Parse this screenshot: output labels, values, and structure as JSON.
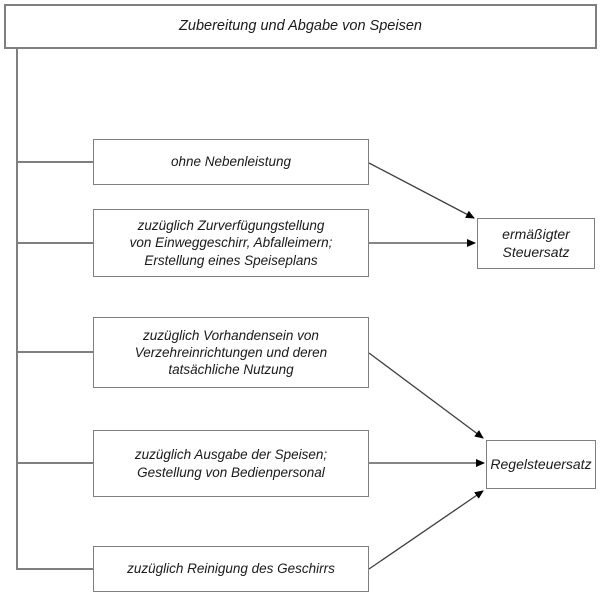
{
  "diagram": {
    "title": "Zubereitung und Abgabe von Speisen",
    "branches": [
      {
        "id": "ohne-nebenleistung",
        "lines": [
          "ohne Nebenleistung"
        ],
        "target": "ermaessigter-steuersatz"
      },
      {
        "id": "zurverfuegungstellung",
        "lines": [
          "zuzüglich Zurverfügungstellung",
          "von Einweggeschirr, Abfalleimern;",
          "Erstellung eines Speiseplans"
        ],
        "target": "ermaessigter-steuersatz"
      },
      {
        "id": "verzehreinrichtungen",
        "lines": [
          "zuzüglich Vorhandensein von",
          "Verzehreinrichtungen und deren",
          "tatsächliche Nutzung"
        ],
        "target": "regelsteuersatz"
      },
      {
        "id": "ausgabe-der-speisen",
        "lines": [
          "zuzüglich Ausgabe der Speisen;",
          "Gestellung von Bedienpersonal"
        ],
        "target": "regelsteuersatz"
      },
      {
        "id": "reinigung-des-geschirrs",
        "lines": [
          "zuzüglich Reinigung des Geschirrs"
        ],
        "target": "regelsteuersatz"
      }
    ],
    "outcomes": [
      {
        "id": "ermaessigter-steuersatz",
        "lines": [
          "ermäßigter",
          "Steuersatz"
        ]
      },
      {
        "id": "regelsteuersatz",
        "lines": [
          "Regelsteuersatz"
        ]
      }
    ],
    "colors": {
      "background": "#ffffff",
      "box_border": "#7f7f7f",
      "connector_line": "#7f7f7f",
      "arrow_line": "#3f3f3f",
      "arrowhead": "#000000",
      "text": "#1a1a1a"
    }
  }
}
